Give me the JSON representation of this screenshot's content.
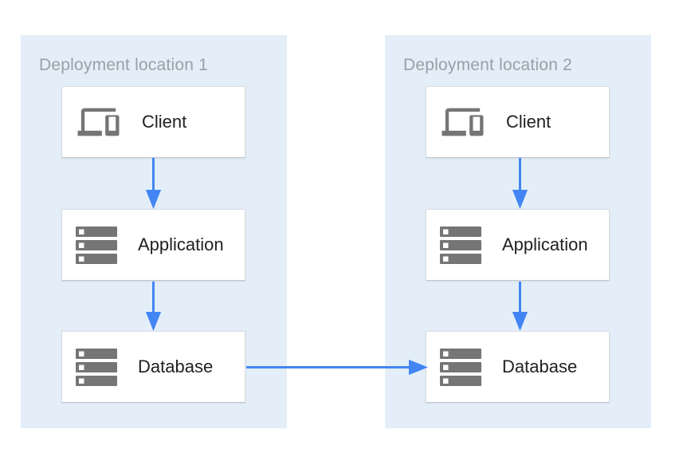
{
  "locations": [
    {
      "title": "Deployment location 1",
      "nodes": [
        {
          "label": "Client",
          "icon": "devices-icon"
        },
        {
          "label": "Application",
          "icon": "server-stack-icon"
        },
        {
          "label": "Database",
          "icon": "server-stack-icon"
        }
      ]
    },
    {
      "title": "Deployment location 2",
      "nodes": [
        {
          "label": "Client",
          "icon": "devices-icon"
        },
        {
          "label": "Application",
          "icon": "server-stack-icon"
        },
        {
          "label": "Database",
          "icon": "server-stack-icon"
        }
      ]
    }
  ],
  "connections": [
    {
      "from": "client-1",
      "to": "application-1",
      "direction": "down"
    },
    {
      "from": "application-1",
      "to": "database-1",
      "direction": "down"
    },
    {
      "from": "client-2",
      "to": "application-2",
      "direction": "down"
    },
    {
      "from": "application-2",
      "to": "database-2",
      "direction": "down"
    },
    {
      "from": "database-1",
      "to": "database-2",
      "direction": "right"
    }
  ],
  "colors": {
    "panel_background": "#e3eef8",
    "node_background": "#ffffff",
    "node_border": "#dadce0",
    "arrow": "#4285f4",
    "icon": "#757575",
    "panel_title_text": "#9aa0a6",
    "node_label_text": "#202124"
  }
}
